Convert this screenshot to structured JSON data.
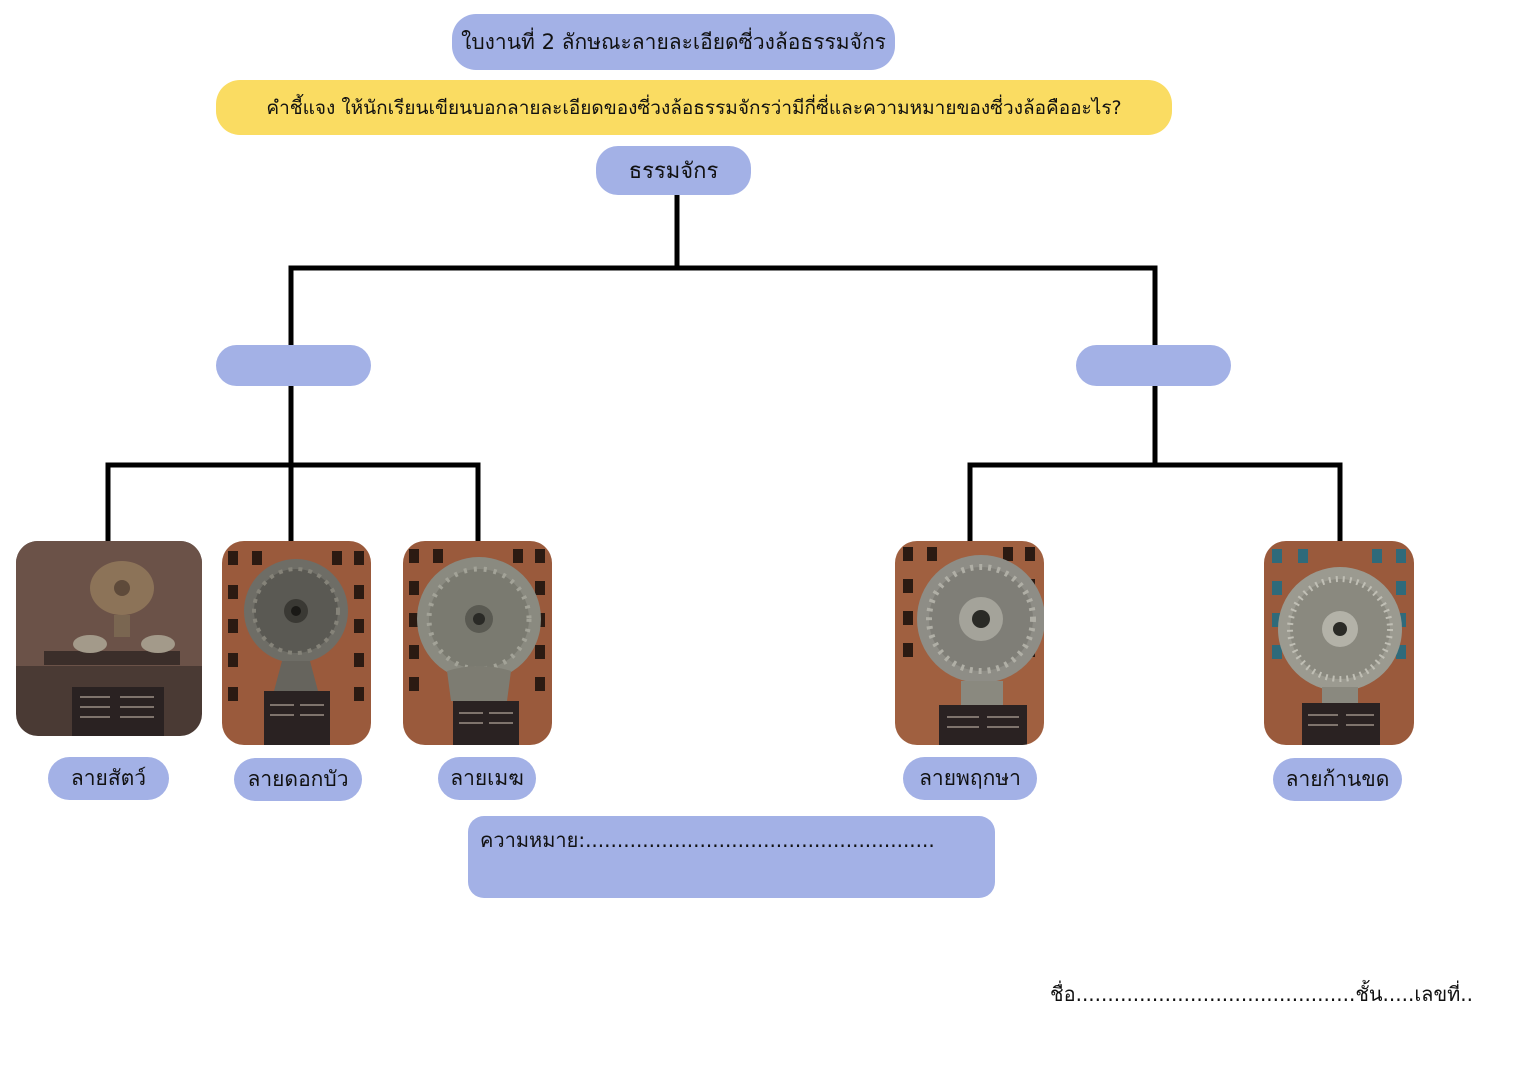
{
  "worksheet_title": "ใบงานที่ 2 ลักษณะลายละเอียดซี่วงล้อธรรมจักร",
  "instruction": "คำชี้แจง ให้นักเรียนเขียนบอกลายละเอียดของซี่วงล้อธรรมจักรว่ามีกี่ซี่และความหมายของซี่วงล้อคืออะไร?",
  "root_label": "ธรรมจักร",
  "branch_left_label": "",
  "branch_right_label": "",
  "leaves": [
    {
      "label": "ลายสัตว์",
      "icon": "wheel-with-deer-photo"
    },
    {
      "label": "ลายดอกบัว",
      "icon": "dharma-wheel-photo"
    },
    {
      "label": "ลายเมฆ",
      "icon": "dharma-wheel-photo"
    },
    {
      "label": "ลายพฤกษา",
      "icon": "dharma-wheel-photo"
    },
    {
      "label": "ลายก้านขด",
      "icon": "dharma-wheel-photo"
    }
  ],
  "meaning_label": "ความหมาย:.......................................................",
  "footer_text": "ชื่อ............................................ชั้น.....เลขที่..",
  "colors": {
    "pill": "#a3b1e6",
    "instruction": "#fadc62",
    "line": "#000000",
    "brick": "#9a5a3c"
  }
}
